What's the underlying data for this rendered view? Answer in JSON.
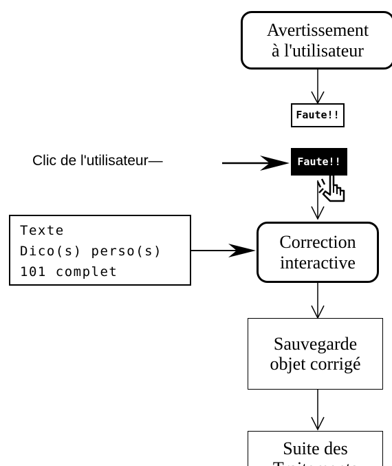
{
  "nodes": {
    "warning": {
      "line1": "Avertissement",
      "line2": "à l'utilisateur"
    },
    "correction": {
      "line1": "Correction",
      "line2": "interactive"
    },
    "save": {
      "line1": "Sauvegarde",
      "line2": "objet corrigé"
    },
    "next": {
      "line1": "Suite des",
      "line2": "Traitements"
    }
  },
  "inputs": {
    "line1": "Texte",
    "line2": "Dico(s) perso(s)",
    "line3": "101 complet"
  },
  "fault_label": "Faute!!",
  "fault_label_selected": "Faute!!",
  "click_label": "Clic de l'utilisateur—"
}
